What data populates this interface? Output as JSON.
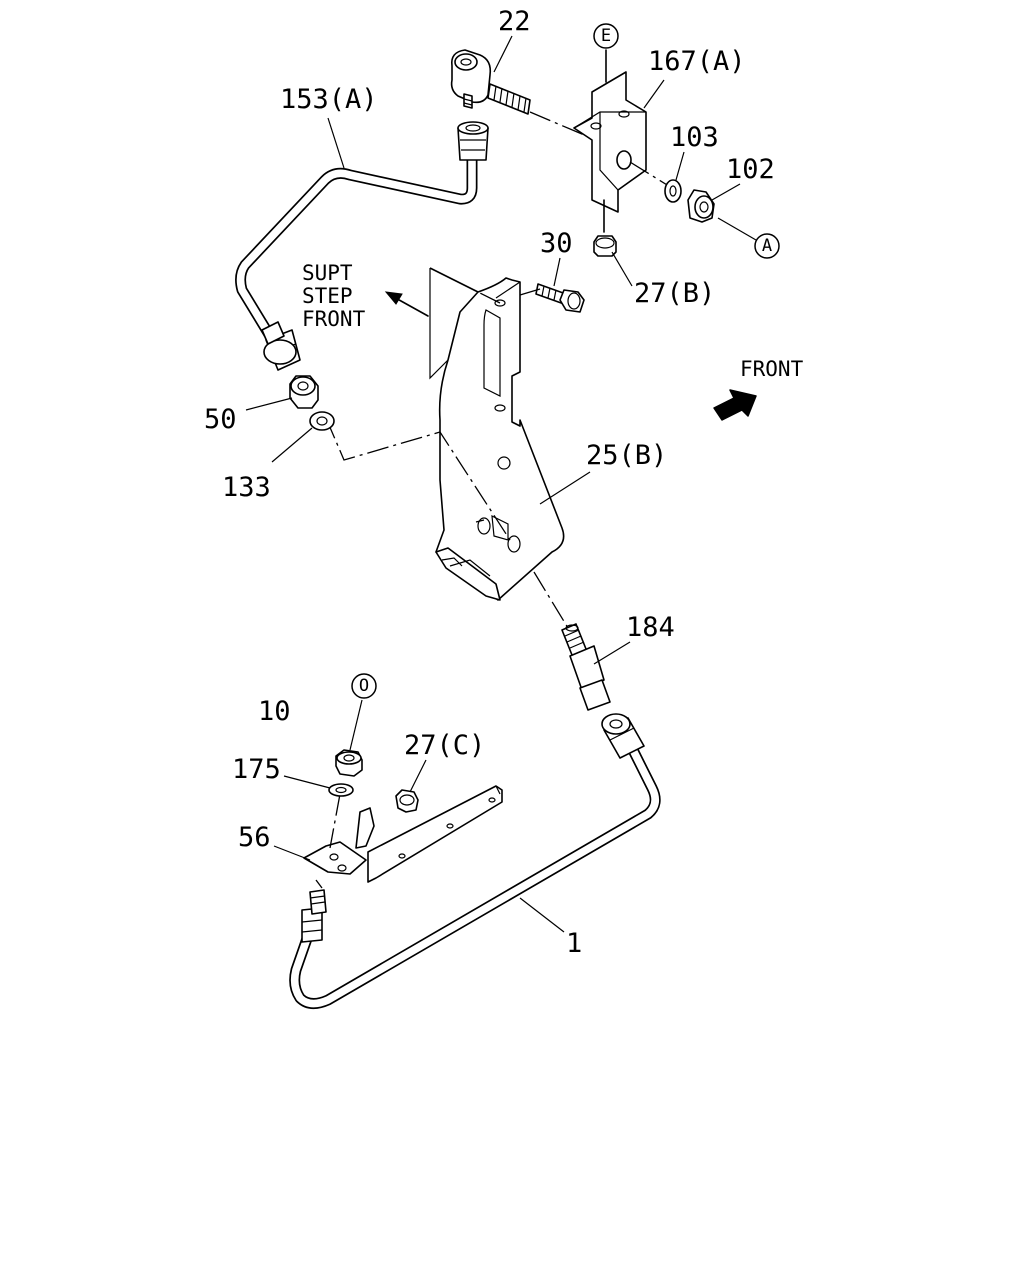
{
  "labels": {
    "p22": "22",
    "p167a": "167(A)",
    "p153a": "153(A)",
    "p103": "103",
    "p102": "102",
    "p30": "30",
    "p27b": "27(B)",
    "p50": "50",
    "p133": "133",
    "p25b": "25(B)",
    "p184": "184",
    "p10": "10",
    "p27c": "27(C)",
    "p175": "175",
    "p56": "56",
    "p1": "1"
  },
  "refs": {
    "e": "E",
    "a": "A",
    "o": "O"
  },
  "notes": {
    "supt_line1": "SUPT",
    "supt_line2": "STEP",
    "supt_line3": "FRONT",
    "front": "FRONT"
  }
}
